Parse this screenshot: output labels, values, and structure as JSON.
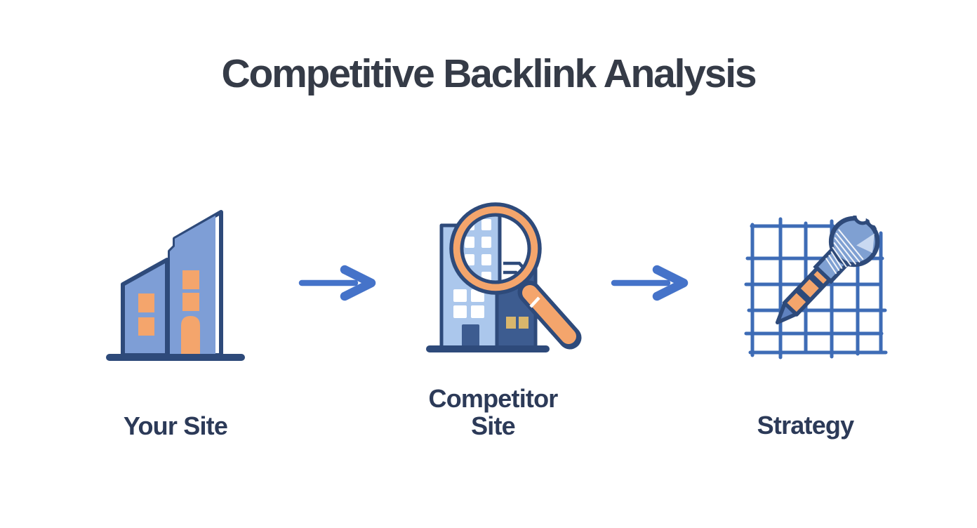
{
  "title": {
    "text": "Competitive Backlink Analysis"
  },
  "stages": [
    {
      "id": "your-site",
      "label": "Your Site",
      "icon": "buildings-icon"
    },
    {
      "id": "competitor-site",
      "label": "Competitor\nSite",
      "icon": "building-magnifier-icon"
    },
    {
      "id": "strategy",
      "label": "Strategy",
      "icon": "grid-pen-icon"
    }
  ],
  "connectors": [
    {
      "id": "arrow-1",
      "icon": "arrow-right-icon"
    },
    {
      "id": "arrow-2",
      "icon": "arrow-right-icon"
    }
  ],
  "colors": {
    "background": "#FFFFFF",
    "title_text": "#353B47",
    "label_text": "#2C3A58",
    "arrow_blue": "#4573C9",
    "outline_navy": "#2E4A7A",
    "building_blue": "#7E9ED6",
    "building_light_blue": "#ABC7EC",
    "building_dark_blue": "#3D5C90",
    "accent_orange": "#F4A56C",
    "window_tan": "#D9B66C",
    "grid_blue": "#3E6CB6",
    "pen_blue": "#7FA0D2",
    "pen_light_blue": "#C9D9F1"
  }
}
